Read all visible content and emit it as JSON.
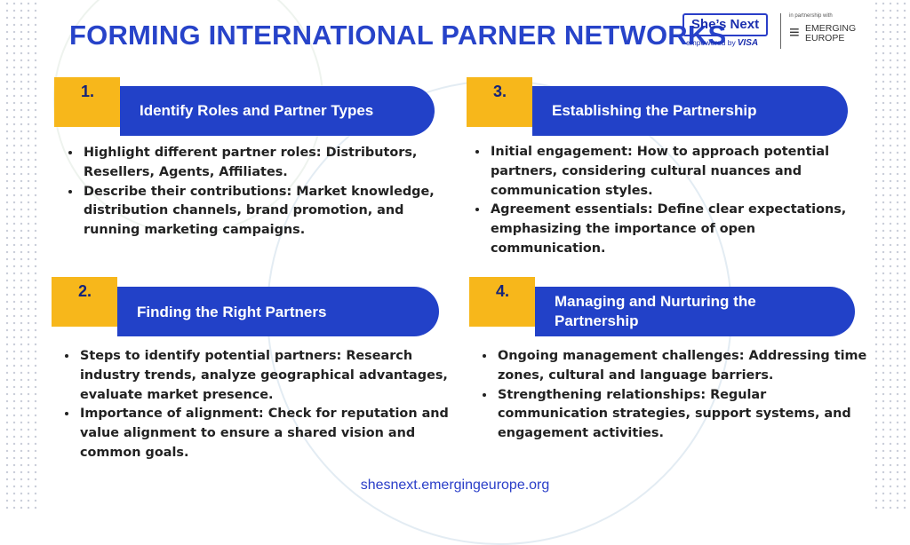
{
  "title": "FORMING INTERNATIONAL PARNER NETWORKS",
  "logo": {
    "brand": "She’s Next",
    "empowered": "empowered by",
    "visa": "VISA",
    "partnership": "in partnership with",
    "partner_line1": "EMERGING",
    "partner_line2": "EUROPE"
  },
  "sections": [
    {
      "number": "1.",
      "heading": "Identify Roles and Partner Types",
      "bullets": [
        "Highlight different partner roles: Distributors, Resellers, Agents, Affiliates.",
        "Describe their contributions: Market knowledge, distribution channels, brand promotion, and running marketing campaigns."
      ]
    },
    {
      "number": "2.",
      "heading": "Finding the Right Partners",
      "bullets": [
        "Steps to identify potential partners: Research industry trends, analyze geographical advantages, evaluate market presence.",
        "Importance of alignment: Check for reputation and value alignment to ensure a shared vision and common goals."
      ]
    },
    {
      "number": "3.",
      "heading": "Establishing the Partnership",
      "bullets": [
        "Initial engagement: How to approach potential partners, considering cultural nuances and communication styles.",
        "Agreement essentials: Define clear expectations, emphasizing the importance of open communication."
      ]
    },
    {
      "number": "4.",
      "heading_line1": "Managing and Nurturing the",
      "heading_line2": "Partnership",
      "bullets": [
        "Ongoing management challenges: Addressing time zones, cultural and language barriers.",
        "Strengthening relationships: Regular communication strategies, support systems, and engagement activities."
      ]
    }
  ],
  "footer": "shesnext.emergingeurope.org",
  "colors": {
    "accent_blue": "#2241c8",
    "number_yellow": "#f7b71b",
    "title_blue": "#2743c9"
  }
}
